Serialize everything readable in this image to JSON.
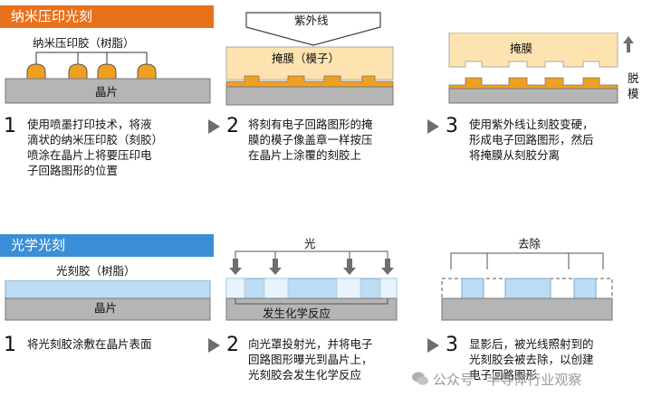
{
  "nanoimprint": {
    "title": "纳米压印光刻",
    "step1": {
      "num": "1",
      "resin_label": "纳米压印胶（树脂）",
      "wafer_label": "晶片",
      "text": "使用喷墨打印技术，将液\n滴状的纳米压印胶（刻胶）\n喷涂在晶片上将要压印电\n子回路图形的位置"
    },
    "step2": {
      "num": "2",
      "uv_label": "紫外线",
      "mask_label": "掩膜（模子）",
      "text": "将刻有电子回路图形的掩\n膜的模子像盖章一样按压\n在晶片上涂覆的刻胶上"
    },
    "step3": {
      "num": "3",
      "mask_label": "掩膜",
      "detach_label": "脱\n模",
      "text": "使用紫外线让刻胶变硬，\n形成电子回路图形，然后\n将掩膜从刻胶分离"
    }
  },
  "photolithography": {
    "title": "光学光刻",
    "step1": {
      "num": "1",
      "resist_label": "光刻胶（树脂）",
      "wafer_label": "晶片",
      "text": "将光刻胶涂敷在晶片表面"
    },
    "step2": {
      "num": "2",
      "light_label": "光",
      "reaction_label": "发生化学反应",
      "text": "向光罩投射光，并将电子\n回路图形曝光到晶片上，\n光刻胶会发生化学反应"
    },
    "step3": {
      "num": "3",
      "removal_label": "去除",
      "text": "显影后，被光线照射到的\n光刻胶会被去除，以创建\n电子回路图形"
    }
  },
  "watermark": "公众号 · 半导体行业观察",
  "colors": {
    "orange": "#e8711c",
    "blue": "#3a8fd6",
    "resin": "#f0a020",
    "mask": "#fde3b0",
    "wafer": "#b5b5b5",
    "resist": "#bcdcf3",
    "arrow": "#6e6e6e"
  }
}
